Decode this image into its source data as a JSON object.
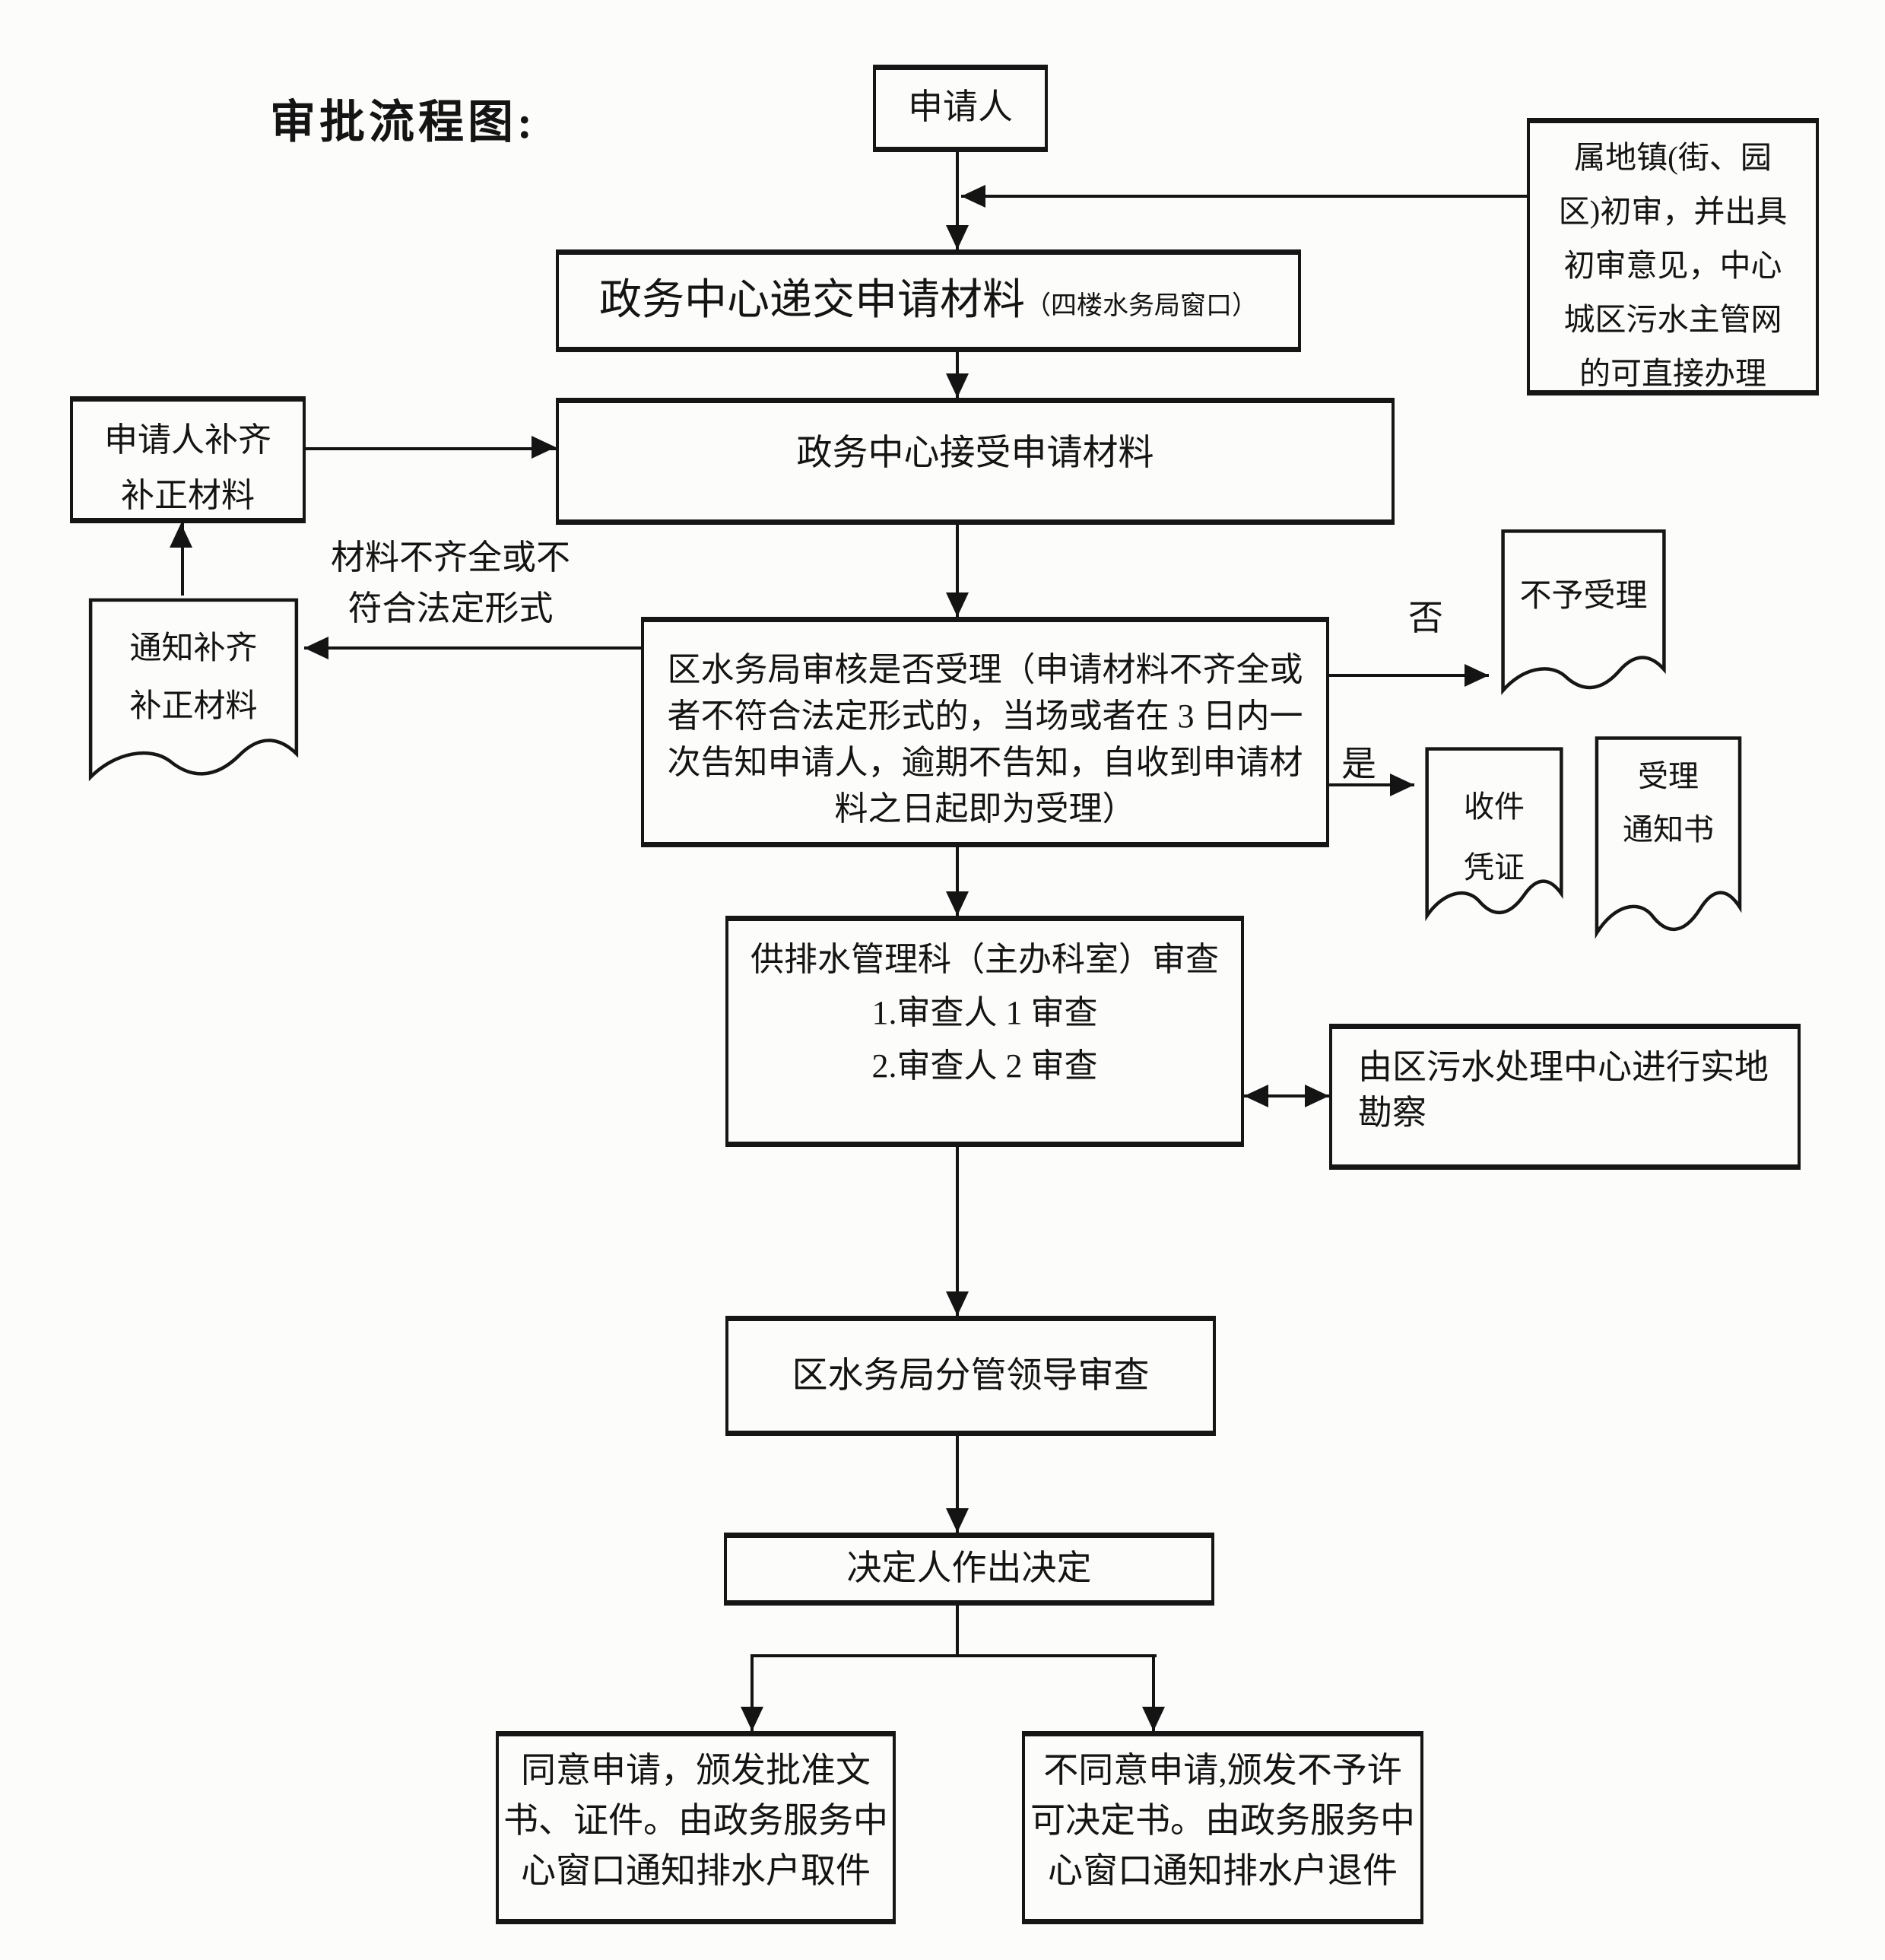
{
  "title": "审批流程图:",
  "colors": {
    "ink": "#141414",
    "paper": "#fcfcfa"
  },
  "nodes": {
    "applicant": {
      "label": "申请人"
    },
    "town_review": {
      "lines": [
        "属地镇(街、园",
        "区)初审，并出具",
        "初审意见，中心",
        "城区污水主管网",
        "的可直接办理"
      ]
    },
    "submit": {
      "main": "政务中心递交申请材料",
      "note": "（四楼水务局窗口）"
    },
    "receive": {
      "label": "政务中心接受申请材料"
    },
    "applicant_supplement": {
      "lines": [
        "申请人补齐",
        "补正材料"
      ]
    },
    "notify_supplement": {
      "lines": [
        "通知补齐",
        "补正材料"
      ]
    },
    "bureau_review": {
      "lines": [
        "区水务局审核是否受理（申请材料不齐全或",
        "者不符合法定形式的，当场或者在 3 日内一",
        "次告知申请人，逾期不告知，自收到申请材",
        "料之日起即为受理）"
      ]
    },
    "not_accepted": {
      "label": "不予受理"
    },
    "receipt": {
      "lines": [
        "收件",
        "凭证"
      ]
    },
    "acceptance_notice": {
      "lines": [
        "受理",
        "通知书"
      ]
    },
    "dept_review": {
      "lines": [
        "供排水管理科（主办科室）审查",
        "1.审查人 1 审查",
        "2.审查人 2 审查"
      ]
    },
    "site_survey": {
      "lines": [
        "由区污水处理中心进行实地",
        "勘察"
      ]
    },
    "leader_review": {
      "label": "区水务局分管领导审查"
    },
    "decision": {
      "label": "决定人作出决定"
    },
    "approve": {
      "lines": [
        "同意申请，颁发批准文",
        "书、证件。由政务服务中",
        "心窗口通知排水户取件"
      ]
    },
    "deny": {
      "lines": [
        "不同意申请,颁发不予许",
        "可决定书。由政务服务中",
        "心窗口通知排水户退件"
      ]
    }
  },
  "labels": {
    "incomplete": {
      "lines": [
        "材料不齐全或不",
        "符合法定形式"
      ]
    },
    "no": "否",
    "yes": "是"
  }
}
